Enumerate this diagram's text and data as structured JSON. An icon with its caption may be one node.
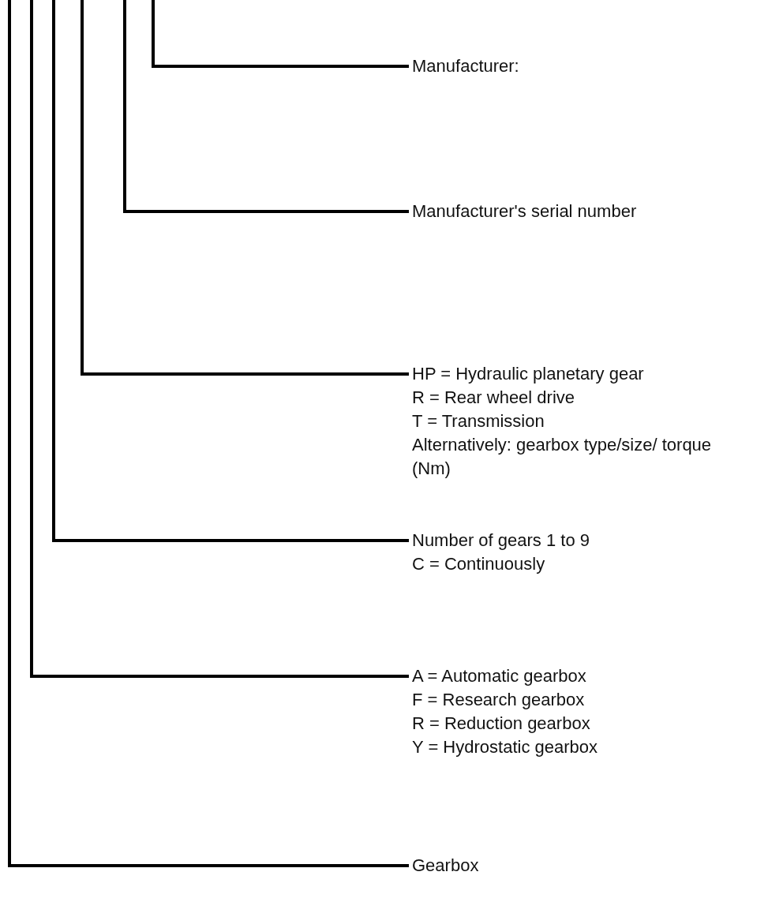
{
  "diagram": {
    "nodes": [
      {
        "text": [
          "Manufacturer:"
        ]
      },
      {
        "text": [
          "Manufacturer's serial number"
        ]
      },
      {
        "text": [
          "HP = Hydraulic planetary gear",
          "R = Rear wheel drive",
          "T = Transmission",
          "Alternatively: gearbox type/size/ torque (Nm)"
        ]
      },
      {
        "text": [
          "Number of gears 1 to 9",
          "C = Continuously"
        ]
      },
      {
        "text": [
          "A = Automatic gearbox",
          "F = Research gearbox",
          "R = Reduction gearbox",
          "Y = Hydrostatic gearbox"
        ]
      },
      {
        "text": [
          "Gearbox"
        ]
      }
    ],
    "edges": [
      {
        "from": 0,
        "to": null,
        "arrow": "none"
      },
      {
        "from": 1,
        "to": null,
        "arrow": "none"
      },
      {
        "from": 2,
        "to": null,
        "arrow": "none"
      },
      {
        "from": 3,
        "to": null,
        "arrow": "none"
      },
      {
        "from": 4,
        "to": null,
        "arrow": "none"
      },
      {
        "from": 5,
        "to": null,
        "arrow": "none"
      }
    ]
  }
}
